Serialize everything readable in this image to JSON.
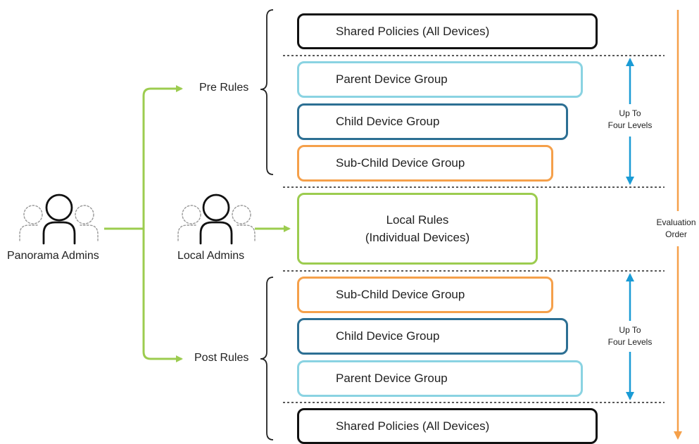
{
  "colors": {
    "black": "#111111",
    "light_blue": "#8ad3e2",
    "dark_blue": "#2c6f93",
    "orange": "#f5a04a",
    "green": "#9ccc4f",
    "arrow_blue": "#1a9bd5",
    "order_orange": "#f5a04a",
    "dashed": "#222222"
  },
  "actors": {
    "panorama": {
      "label": "Panorama Admins",
      "icon": "admin-group-icon"
    },
    "local": {
      "label": "Local Admins",
      "icon": "admin-group-icon"
    }
  },
  "branches": {
    "pre": "Pre Rules",
    "post": "Post Rules"
  },
  "pre_rules": {
    "shared": "Shared Policies (All Devices)",
    "parent": "Parent Device Group",
    "child": "Child Device Group",
    "subchild": "Sub-Child Device Group"
  },
  "local_rules": {
    "line1": "Local Rules",
    "line2": "(Individual Devices)"
  },
  "post_rules": {
    "subchild": "Sub-Child Device Group",
    "child": "Child Device Group",
    "parent": "Parent Device Group",
    "shared": "Shared Policies (All Devices)"
  },
  "levels": {
    "top": {
      "line1": "Up To",
      "line2": "Four Levels"
    },
    "bottom": {
      "line1": "Up To",
      "line2": "Four Levels"
    }
  },
  "evaluation": {
    "line1": "Evaluation",
    "line2": "Order"
  }
}
